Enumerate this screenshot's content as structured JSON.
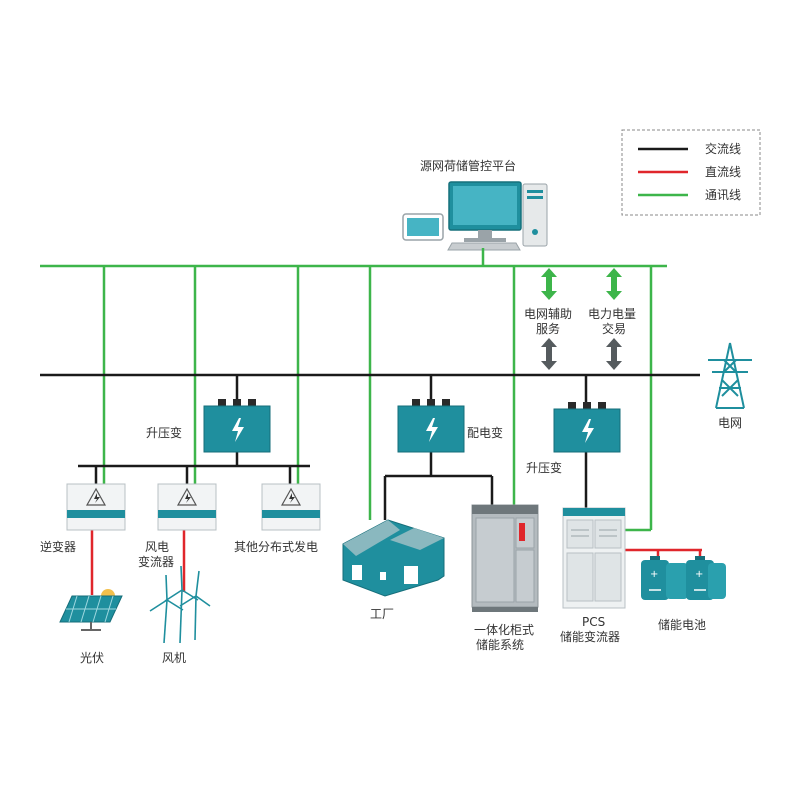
{
  "legend": {
    "items": [
      {
        "label": "交流线",
        "color": "#1a1a1a"
      },
      {
        "label": "直流线",
        "color": "#e0262b"
      },
      {
        "label": "通讯线",
        "color": "#3db54a"
      }
    ]
  },
  "labels": {
    "platform": "源网荷储管控平台",
    "grid_aux_1": "电网辅助",
    "grid_aux_2": "服务",
    "power_trade_1": "电力电量",
    "power_trade_2": "交易",
    "step_up_left": "升压变",
    "distribution_tx": "配电变",
    "step_up_right": "升压变",
    "grid": "电网",
    "inverter": "逆变器",
    "wind_converter_1": "风电",
    "wind_converter_2": "变流器",
    "other_dg": "其他分布式发电",
    "factory": "工厂",
    "cabinet_1": "一体化柜式",
    "cabinet_2": "储能系统",
    "pcs_1": "PCS",
    "pcs_2": "储能变流器",
    "battery": "储能电池",
    "pv": "光伏",
    "wind_turbine": "风机"
  },
  "colors": {
    "ac": "#1a1a1a",
    "dc": "#e0262b",
    "comm": "#3db54a",
    "teal": "#1f8f9e",
    "dark_teal": "#166e7a"
  }
}
